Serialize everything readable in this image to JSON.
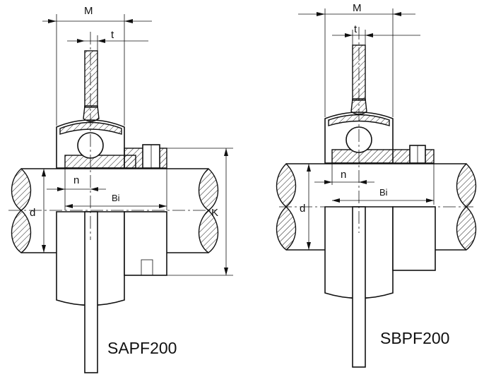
{
  "labels": {
    "M": "M",
    "t": "t",
    "n": "n",
    "Bi": "Bi",
    "d": "d",
    "K": "K"
  },
  "models": {
    "left": "SAPF200",
    "right": "SBPF200"
  },
  "colors": {
    "line": "#111111",
    "background": "#ffffff"
  }
}
